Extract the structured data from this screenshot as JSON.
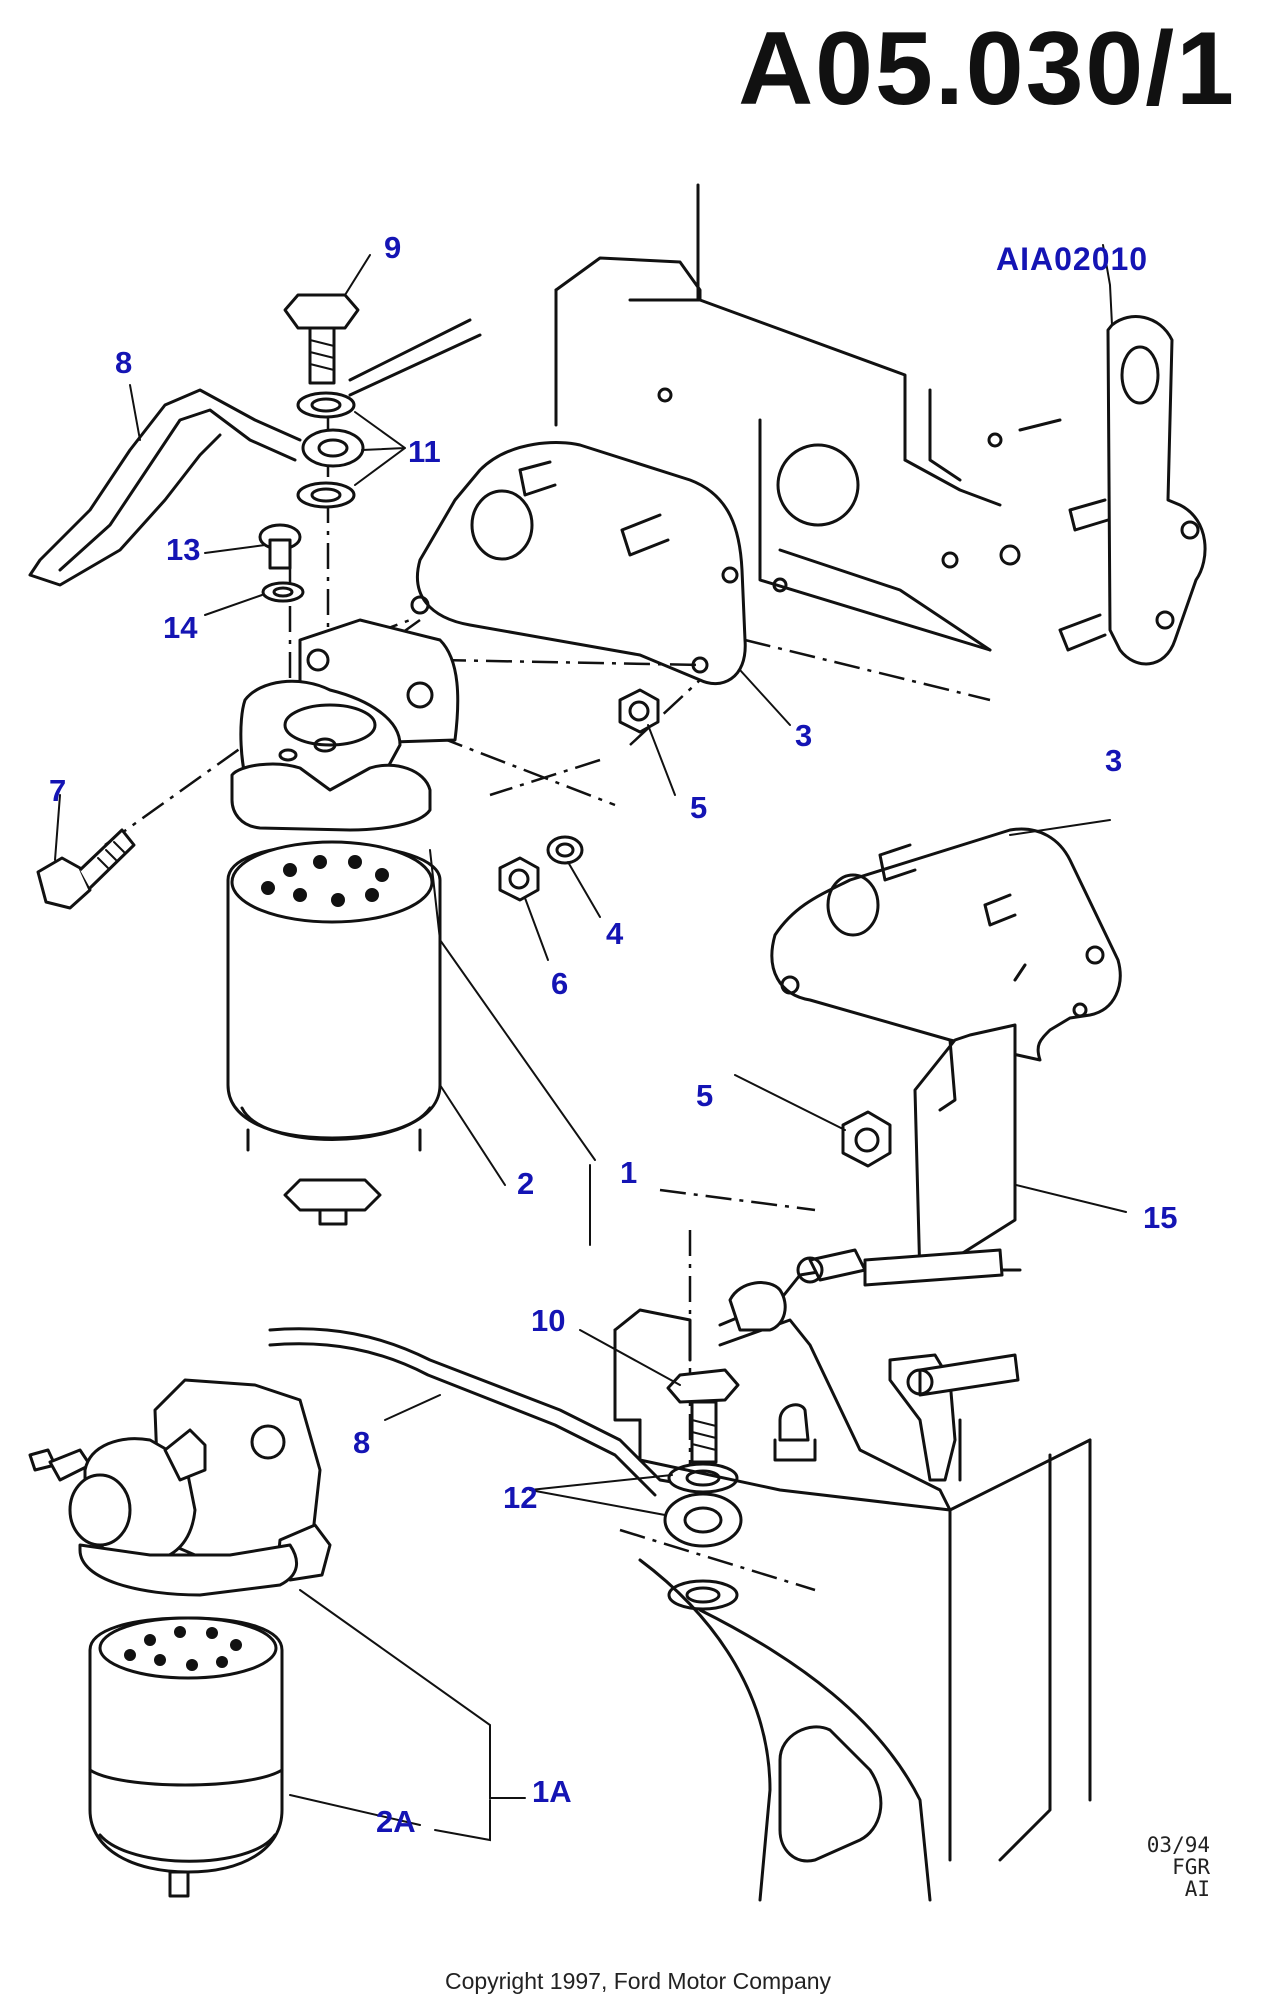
{
  "title": "A05.030/1",
  "diagram_code": "AIA02010",
  "callouts": {
    "c1": "1",
    "c1A": "1A",
    "c2": "2",
    "c2A": "2A",
    "c3a": "3",
    "c3b": "3",
    "c4": "4",
    "c5a": "5",
    "c5b": "5",
    "c6": "6",
    "c7": "7",
    "c8a": "8",
    "c8b": "8",
    "c9": "9",
    "c10": "10",
    "c11": "11",
    "c12": "12",
    "c13": "13",
    "c14": "14",
    "c15": "15"
  },
  "stamp": "03/94\nFGR\nAI",
  "copyright": "Copyright 1997, Ford Motor Company"
}
